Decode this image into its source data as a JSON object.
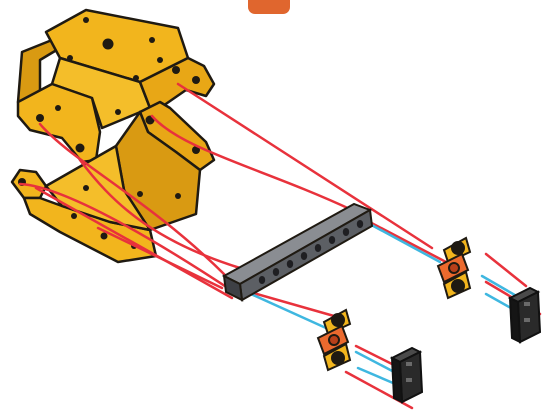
{
  "diagram": {
    "colors": {
      "background": "#ffffff",
      "part_yellow": "#F2B51D",
      "part_yellow_dark": "#C98A0C",
      "part_outline": "#1F1A12",
      "guide_red": "#E8323C",
      "guide_blue": "#3FB7E0",
      "beam_gray": "#6B6E73",
      "beam_gray_dark": "#3E4045",
      "connector_black": "#232323",
      "bushing_orange": "#EB6A2E",
      "step_tab": "#E0662E"
    },
    "icons": [
      "step-badge-icon"
    ],
    "parts": [
      "upper-bracket",
      "lower-bracket",
      "gray-beam",
      "pin-set-upper",
      "pin-set-lower",
      "end-connector-upper",
      "end-connector-lower"
    ]
  }
}
